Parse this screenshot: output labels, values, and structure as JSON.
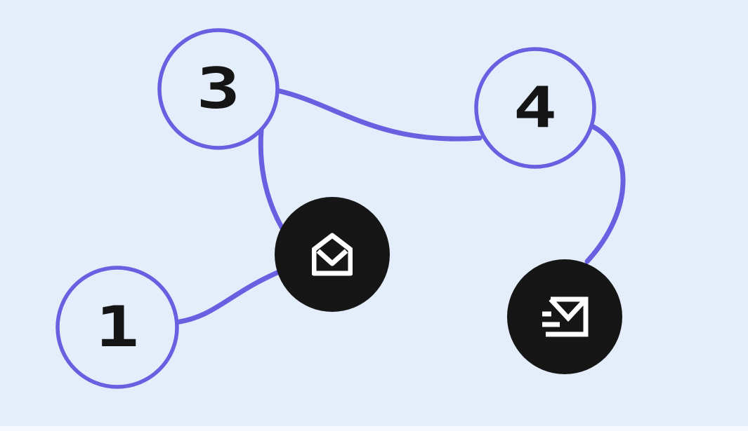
{
  "diagram": {
    "background_color": "#E3EEFA",
    "accent_color": "#695FE1",
    "dark_node_color": "#161616",
    "icon_color": "#FFFFFF",
    "number_color": "#151515",
    "nodes": [
      {
        "id": "node-3",
        "type": "number",
        "label": "3"
      },
      {
        "id": "node-4",
        "type": "number",
        "label": "4"
      },
      {
        "id": "node-1",
        "type": "number",
        "label": "1"
      },
      {
        "id": "mail-open",
        "type": "icon",
        "icon": "open-envelope-icon"
      },
      {
        "id": "mail-send",
        "type": "icon",
        "icon": "send-envelope-icon"
      }
    ],
    "connections": [
      {
        "from": "node-3",
        "to": "node-4"
      },
      {
        "from": "node-3",
        "to": "mail-open"
      },
      {
        "from": "node-1",
        "to": "mail-open"
      },
      {
        "from": "node-4",
        "to": "mail-send"
      }
    ]
  }
}
